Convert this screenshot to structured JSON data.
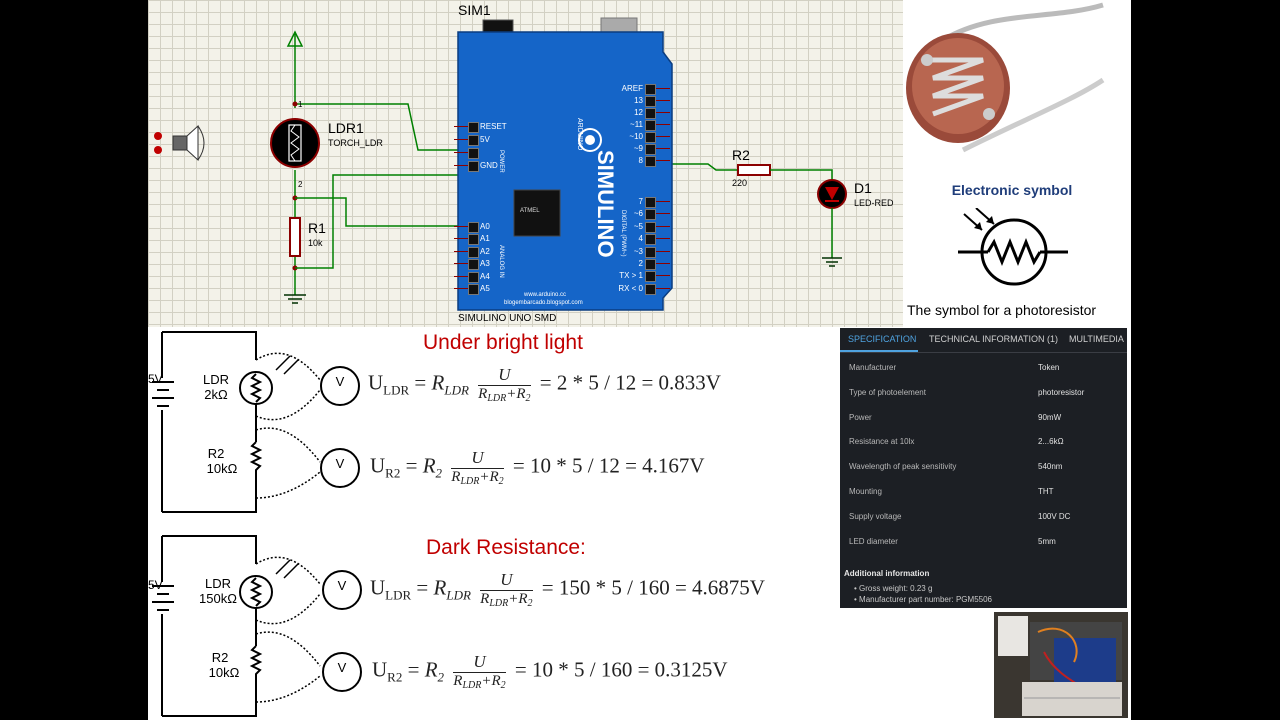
{
  "schematic": {
    "sim_label": "SIM1",
    "ldr_name": "LDR1",
    "ldr_model": "TORCH_LDR",
    "pin1": "1",
    "pin2": "2",
    "r1_name": "R1",
    "r1_value": "10k",
    "r2_name": "R2",
    "r2_value": "220",
    "d1_name": "D1",
    "d1_model": "LED-RED",
    "board_name": "SIMULINO UNO SMD",
    "board_logo": "SIMULINO",
    "arduino_text": "ARDUINO",
    "chip_text": "ATMEL",
    "footer_text_1": "www.arduino.cc",
    "footer_text_2": "blogembarcado.blogspot.com",
    "power_label": "POWER",
    "analog_label": "ANALOG IN",
    "digital_label": "DIGITAL (PWM~)",
    "left_pins": [
      "RESET",
      "5V",
      "",
      "GND"
    ],
    "analog_pins": [
      "A0",
      "A1",
      "A2",
      "A3",
      "A4",
      "A5"
    ],
    "right_pins_top": [
      "AREF",
      "13",
      "12",
      "~11",
      "~10",
      "~9",
      "8"
    ],
    "right_pins_bottom": [
      "7",
      "~6",
      "~5",
      "4",
      "~3",
      "2",
      "TX > 1",
      "RX < 0"
    ]
  },
  "photo": {
    "caption": "Electronic symbol",
    "symbol_caption": "The symbol for a photoresistor"
  },
  "bright": {
    "title": "Under bright light",
    "battery": "5V",
    "ldr_label": "LDR",
    "ldr_value": "2kΩ",
    "r2_label": "R2",
    "r2_value": "10kΩ",
    "meter": "V",
    "eq1_lhs": "U",
    "eq1_lhs_sub": "LDR",
    "eq1_r": "R",
    "eq1_r_sub": "LDR",
    "frac_num": "U",
    "frac_den": "R",
    "frac_den_sub": "LDR",
    "frac_den_plus": "+R",
    "frac_den_sub2": "2",
    "eq1_rhs": "= 2 * 5 / 12 = 0.833V",
    "eq2_lhs": "U",
    "eq2_lhs_sub": "R2",
    "eq2_r": "R",
    "eq2_r_sub": "2",
    "eq2_rhs": "= 10 * 5 / 12 = 4.167V"
  },
  "dark": {
    "title": "Dark Resistance:",
    "battery": "5V",
    "ldr_label": "LDR",
    "ldr_value": "150kΩ",
    "r2_label": "R2",
    "r2_value": "10kΩ",
    "meter": "V",
    "eq1_lhs": "U",
    "eq1_lhs_sub": "LDR",
    "eq1_r": "R",
    "eq1_r_sub": "LDR",
    "frac_num": "U",
    "frac_den": "R",
    "frac_den_sub": "LDR",
    "frac_den_plus": "+R",
    "frac_den_sub2": "2",
    "eq1_rhs": "= 150 * 5 / 160 = 4.6875V",
    "eq2_lhs": "U",
    "eq2_lhs_sub": "R2",
    "eq2_r": "R",
    "eq2_r_sub": "2",
    "eq2_rhs": "= 10 * 5 / 160 = 0.3125V"
  },
  "spec": {
    "tabs": [
      "SPECIFICATION",
      "TECHNICAL INFORMATION (1)",
      "MULTIMEDIA"
    ],
    "rows": [
      {
        "key": "Manufacturer",
        "value": "Token"
      },
      {
        "key": "Type of photoelement",
        "value": "photoresistor"
      },
      {
        "key": "Power",
        "value": "90mW"
      },
      {
        "key": "Resistance at 10lx",
        "value": "2...6kΩ"
      },
      {
        "key": "Wavelength of peak sensitivity",
        "value": "540nm"
      },
      {
        "key": "Mounting",
        "value": "THT"
      },
      {
        "key": "Supply voltage",
        "value": "100V DC"
      },
      {
        "key": "LED diameter",
        "value": "5mm"
      }
    ],
    "additional_title": "Additional information",
    "additional": [
      "Gross weight: 0.23 g",
      "Manufacturer part number: PGM5506"
    ]
  },
  "colors": {
    "board_blue": "#1565c8",
    "title_red": "#c00000",
    "spec_bg": "#1c1f24",
    "tab_active": "#4fa3e0",
    "caption_blue": "#1f3d7a"
  }
}
